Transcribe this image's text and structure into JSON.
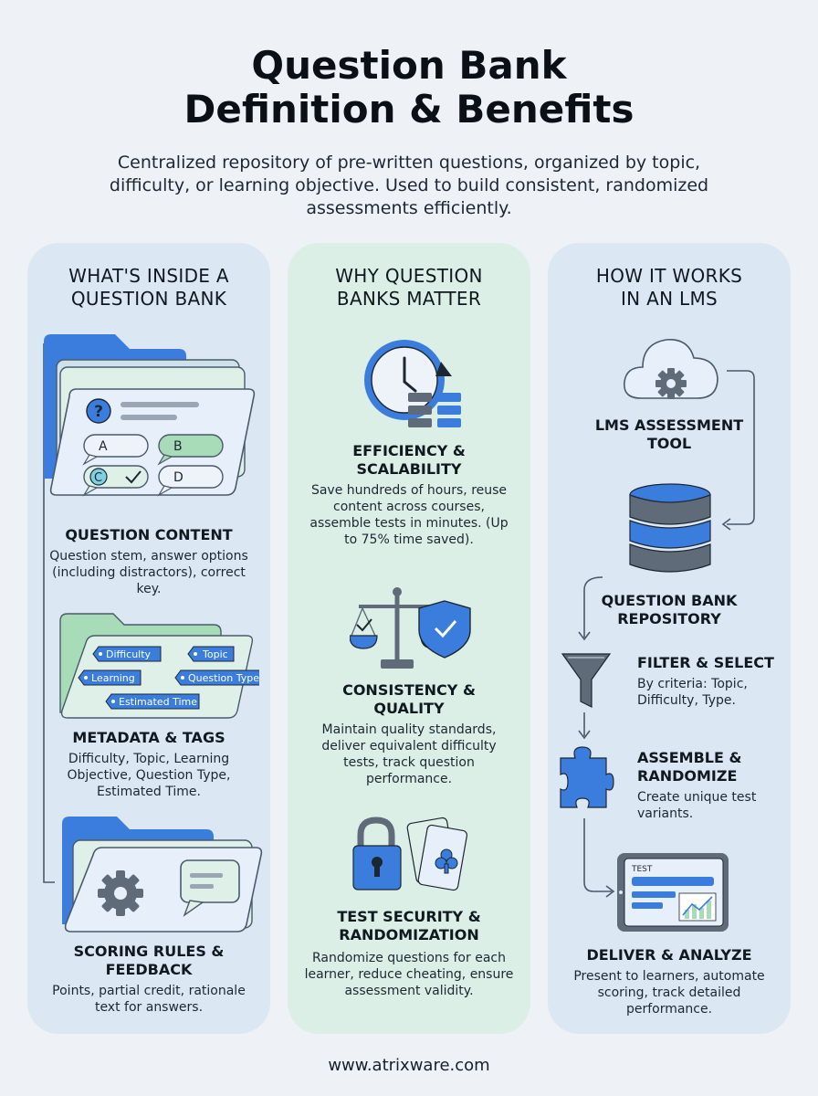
{
  "header": {
    "title_line1": "Question Bank",
    "title_line2": "Definition & Benefits",
    "subtitle": "Centralized repository of pre-written questions, organized by topic, difficulty, or learning objective. Used to build consistent, randomized assessments efficiently."
  },
  "columns": {
    "inside": {
      "title_line1": "WHAT'S INSIDE A",
      "title_line2": "QUESTION BANK",
      "items": [
        {
          "title": "QUESTION CONTENT",
          "text": "Question stem, answer options (including distractors), correct key.",
          "icon": "question-card-icon",
          "options": [
            "A",
            "B",
            "C",
            "D"
          ]
        },
        {
          "title": "METADATA & TAGS",
          "text": "Difficulty, Topic, Learning Objective, Question Type, Estimated Time.",
          "icon": "tags-folder-icon",
          "tags": [
            "Difficulty",
            "Topic",
            "Learning",
            "Question Type",
            "Estimated Time"
          ]
        },
        {
          "title_line1": "SCORING RULES &",
          "title_line2": "FEEDBACK",
          "text": "Points, partial credit, rationale text for answers.",
          "icon": "gear-feedback-folder-icon"
        }
      ]
    },
    "why": {
      "title_line1": "WHY QUESTION",
      "title_line2": "BANKS MATTER",
      "items": [
        {
          "title_line1": "EFFICIENCY &",
          "title_line2": "SCALABILITY",
          "text": "Save hundreds of hours, reuse content across courses, assemble tests in minutes. (Up to 75% time saved).",
          "icon": "clock-stack-icon"
        },
        {
          "title_line1": "CONSISTENCY &",
          "title_line2": "QUALITY",
          "text": "Maintain quality standards, deliver equivalent difficulty tests, track question performance.",
          "icon": "scale-shield-icon"
        },
        {
          "title_line1": "TEST SECURITY &",
          "title_line2": "RANDOMIZATION",
          "text": "Randomize questions for each learner, reduce cheating, ensure assessment validity.",
          "icon": "lock-cards-icon"
        }
      ]
    },
    "how": {
      "title_line1": "HOW IT WORKS",
      "title_line2": "IN AN LMS",
      "steps": [
        {
          "title_line1": "LMS ASSESSMENT",
          "title_line2": "TOOL",
          "icon": "cloud-gear-icon"
        },
        {
          "title_line1": "QUESTION BANK",
          "title_line2": "REPOSITORY",
          "icon": "database-icon"
        },
        {
          "title": "FILTER & SELECT",
          "text": "By criteria: Topic, Difficulty, Type.",
          "icon": "funnel-icon"
        },
        {
          "title_line1": "ASSEMBLE &",
          "title_line2": "RANDOMIZE",
          "text": "Create unique test variants.",
          "icon": "puzzle-icon"
        },
        {
          "title": "DELIVER & ANALYZE",
          "text": "Present to learners, automate scoring, track detailed performance.",
          "icon": "tablet-test-icon",
          "screen_label": "TEST"
        }
      ]
    }
  },
  "footer": {
    "url": "www.atrixware.com"
  },
  "colors": {
    "background": "#eef2f7",
    "blue_panel": "#dce7f4",
    "green_panel": "#dcefe6",
    "accent_blue": "#3b7ddd",
    "accent_green": "#a8dcb8",
    "icon_gray": "#5f6b78"
  }
}
